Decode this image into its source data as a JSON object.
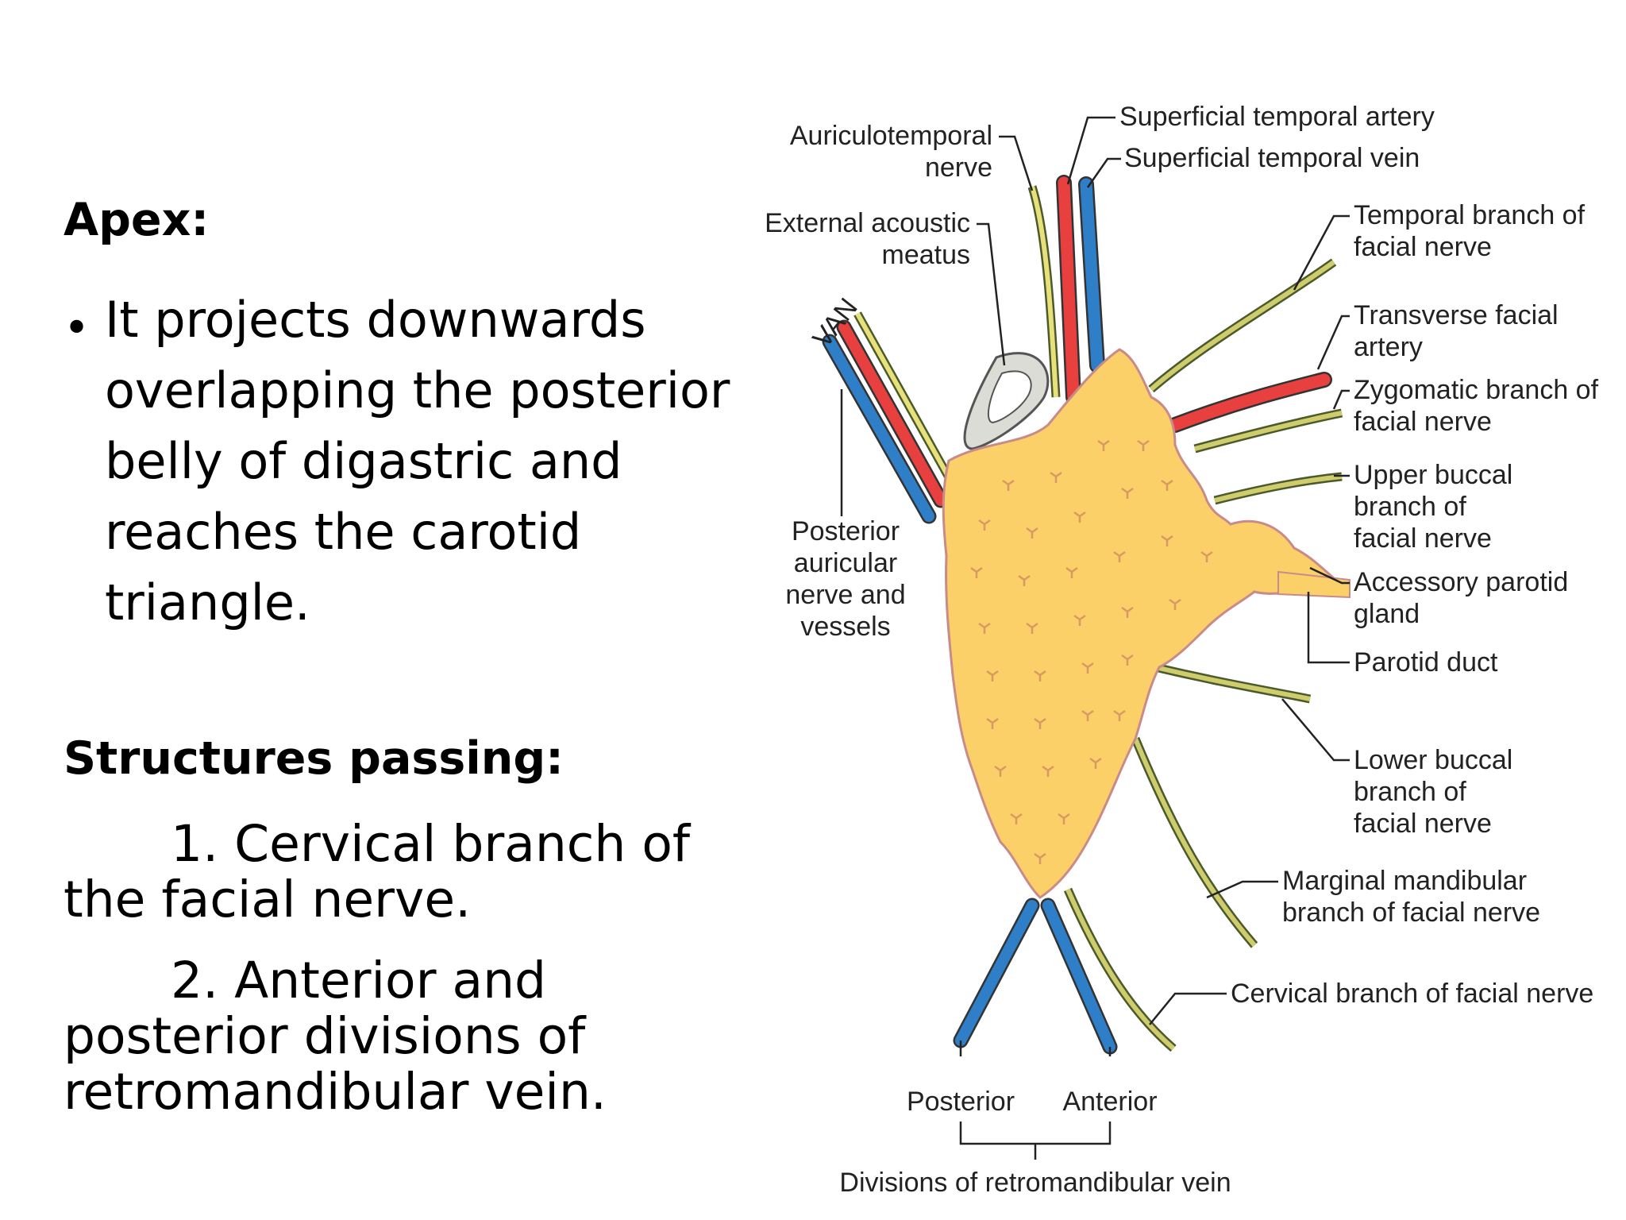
{
  "apex": {
    "heading": "Apex:",
    "bullet": "It projects downwards overlapping the posterior belly of digastric and reaches the carotid triangle."
  },
  "structures": {
    "heading": "Structures passing:",
    "items": [
      "1. Cervical branch of the facial nerve.",
      "2. Anterior and posterior divisions of retromandibular vein."
    ]
  },
  "diagram": {
    "labels": {
      "auriculotemporal": [
        "Auriculotemporal",
        "nerve"
      ],
      "external_acoustic": [
        "External acoustic",
        "meatus"
      ],
      "van": "VAN",
      "posterior_auricular": [
        "Posterior",
        "auricular",
        "nerve and",
        "vessels"
      ],
      "superficial_temporal_artery": "Superficial temporal artery",
      "superficial_temporal_vein": "Superficial temporal vein",
      "temporal_branch": [
        "Temporal branch of",
        "facial nerve"
      ],
      "transverse_facial_artery": [
        "Transverse facial",
        "artery"
      ],
      "zygomatic_branch": [
        "Zygomatic branch of",
        "facial nerve"
      ],
      "upper_buccal": [
        "Upper buccal",
        "branch of",
        "facial nerve"
      ],
      "accessory_parotid": [
        "Accessory parotid",
        "gland"
      ],
      "parotid_duct": "Parotid duct",
      "lower_buccal": [
        "Lower buccal",
        "branch of",
        "facial nerve"
      ],
      "marginal_mandibular": [
        "Marginal mandibular",
        "branch of facial nerve"
      ],
      "cervical_branch": "Cervical branch of facial nerve",
      "posterior": "Posterior",
      "anterior": "Anterior",
      "divisions": "Divisions of retromandibular vein"
    },
    "colors": {
      "gland": "#fbd068",
      "gland_outline": "#c98a8a",
      "artery": "#e8403f",
      "vein": "#2f7fc8",
      "nerve": "#c9c86a",
      "nerve_outline": "#4a5a2a",
      "meatus": "#dcdcd6"
    }
  }
}
